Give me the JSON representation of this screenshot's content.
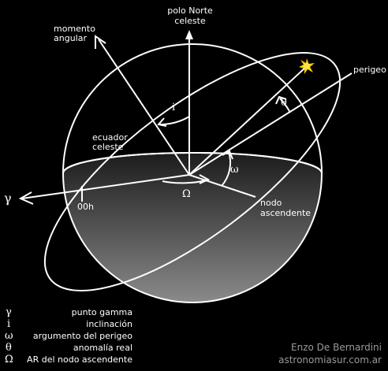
{
  "colors": {
    "background": "#000000",
    "line": "#ffffff",
    "hemisphere_top": "#1c1c1c",
    "hemisphere_bottom": "#8a8a8a",
    "star": "#ffd200",
    "credit": "#9a9a9a"
  },
  "labels": {
    "polo_norte_1": "polo Norte",
    "polo_norte_2": "celeste",
    "momento_1": "momento",
    "momento_2": "angular",
    "perigeo": "perigeo",
    "ecuador_1": "ecuador",
    "ecuador_2": "celeste",
    "nodo_1": "nodo",
    "nodo_2": "ascendente",
    "oo_h": "00h",
    "gamma": "γ",
    "i": "i",
    "omega_small": "ω",
    "theta": "θ",
    "omega_big": "Ω"
  },
  "legend": [
    {
      "symbol": "γ",
      "text": "punto gamma"
    },
    {
      "symbol": "i",
      "text": "inclinación"
    },
    {
      "symbol": "ω",
      "text": "argumento del perigeo"
    },
    {
      "symbol": "θ",
      "text": "anomalía real"
    },
    {
      "symbol": "Ω",
      "text": "AR del nodo ascendente"
    }
  ],
  "credit": {
    "author": "Enzo De Bernardini",
    "site": "astronomiasur.com.ar"
  },
  "icons": {
    "satellite": "star-burst-icon"
  }
}
